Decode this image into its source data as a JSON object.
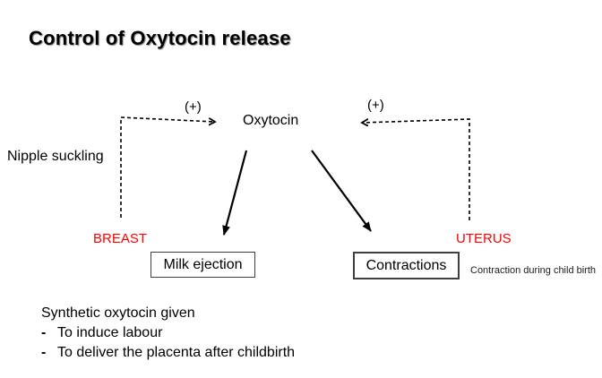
{
  "title": "Control of Oxytocin release",
  "diagram": {
    "hormone": "Oxytocin",
    "left_pathway": {
      "sign": "(+)",
      "stimulus": "Nipple suckling",
      "organ": "BREAST",
      "effect": "Milk ejection"
    },
    "right_pathway": {
      "sign": "(+)",
      "organ": "UTERUS",
      "effect": "Contractions",
      "note": "Contraction during child birth"
    }
  },
  "footer": {
    "heading": "Synthetic oxytocin given",
    "bullet_marker": "-",
    "bullets": [
      "To induce labour",
      "To deliver the placenta after childbirth"
    ]
  },
  "colors": {
    "text": "#000000",
    "organ_label": "#ff0000",
    "box_border": "#3f3f3f",
    "bg": "#ffffff"
  }
}
